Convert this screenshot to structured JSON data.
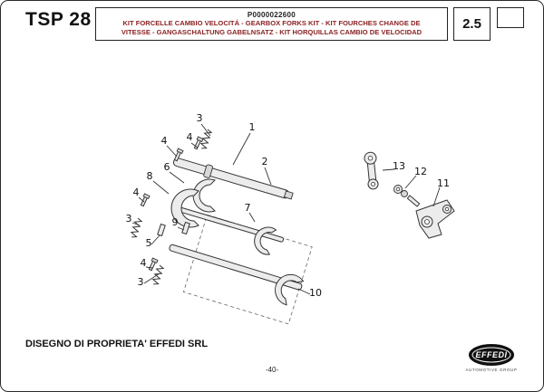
{
  "header": {
    "model": "TSP 28",
    "part_code": "P0000022600",
    "title_line1": "KIT FORCELLE  CAMBIO VELOCITÁ  -  GEARBOX FORKS KIT  -  KIT FOURCHES CHANGE DE",
    "title_line2": "VITESSE - GANGASCHALTUNG GABELNSATZ - KIT HORQUILLAS CAMBIO DE VELOCIDAD",
    "section_number": "2.5"
  },
  "diagram": {
    "callouts": [
      {
        "label": "3"
      },
      {
        "label": "1"
      },
      {
        "label": "4"
      },
      {
        "label": "2"
      },
      {
        "label": "4"
      },
      {
        "label": "6"
      },
      {
        "label": "8"
      },
      {
        "label": "4"
      },
      {
        "label": "3"
      },
      {
        "label": "5"
      },
      {
        "label": "9"
      },
      {
        "label": "7"
      },
      {
        "label": "4"
      },
      {
        "label": "3"
      },
      {
        "label": "10"
      },
      {
        "label": "13"
      },
      {
        "label": "12"
      },
      {
        "label": "11"
      }
    ]
  },
  "footer": {
    "property_note": "DISEGNO DI PROPRIETA' EFFEDI SRL",
    "page_number": "-40-",
    "logo_text": "EFFEDI",
    "logo_subtitle": "AUTOMOTIVE GROUP"
  },
  "colors": {
    "header_title_text": "#8b2222",
    "diagram_line_color": "#333333"
  }
}
